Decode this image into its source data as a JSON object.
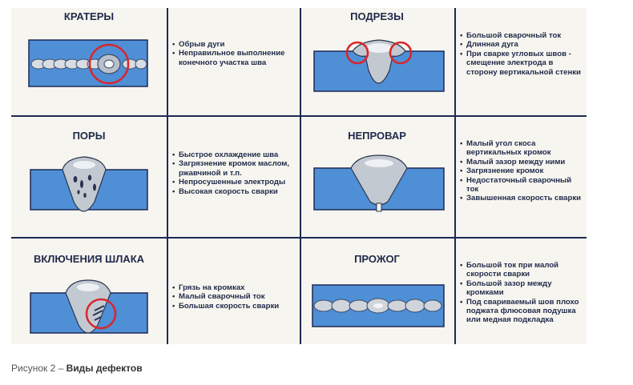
{
  "figure": {
    "caption_prefix": "Рисунок 2 –",
    "caption_title": "Виды дефектов"
  },
  "colors": {
    "metal": "#4f8fd6",
    "grid": "#1d2a55",
    "highlight": "#d8262a"
  },
  "defects": [
    {
      "title": "КРАТЕРЫ",
      "icon": "crater-weld-icon",
      "causes": [
        "Обрыв дуги",
        "Неправильное выполнение конечного участка шва"
      ]
    },
    {
      "title": "ПОДРЕЗЫ",
      "icon": "undercut-weld-icon",
      "causes": [
        "Большой сварочный ток",
        "Длинная дуга",
        "При сварке угловых швов - смещение электрода в сторону вертикальной стенки"
      ]
    },
    {
      "title": "ПОРЫ",
      "icon": "pores-weld-icon",
      "causes": [
        "Быстрое охлаждение шва",
        "Загрязнение кромок маслом, ржавчиной и т.п.",
        "Непросушенные электроды",
        "Высокая скорость сварки"
      ]
    },
    {
      "title": "НЕПРОВАР",
      "icon": "lack-of-penetration-weld-icon",
      "causes": [
        "Малый угол скоса вертикальных кромок",
        "Малый зазор между ними",
        "Загрязнение кромок",
        "Недостаточный сварочный ток",
        "Завышенная скорость сварки"
      ]
    },
    {
      "title": "ВКЛЮЧЕНИЯ ШЛАКА",
      "icon": "slag-inclusion-weld-icon",
      "causes": [
        "Грязь на кромках",
        "Малый сварочный ток",
        "Большая скорость сварки"
      ]
    },
    {
      "title": "ПРОЖОГ",
      "icon": "burn-through-weld-icon",
      "causes": [
        "Большой ток при малой скорости сварки",
        "Большой зазор между кромками",
        "Под свариваемый шов плохо поджата флюсовая подушка или медная подкладка"
      ]
    }
  ]
}
